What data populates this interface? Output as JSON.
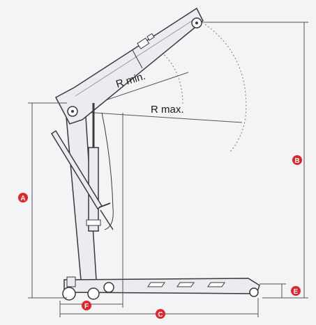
{
  "labels": {
    "r_min": "R min.",
    "r_max": "R max."
  },
  "markers": {
    "a": "A",
    "b": "B",
    "c": "C",
    "e": "E",
    "f": "F"
  },
  "colors": {
    "marker_fill": "#e0252b",
    "frame_fill": "#ececf0",
    "frame_stroke": "#3a3a3a",
    "dimension_line": "#555555"
  }
}
